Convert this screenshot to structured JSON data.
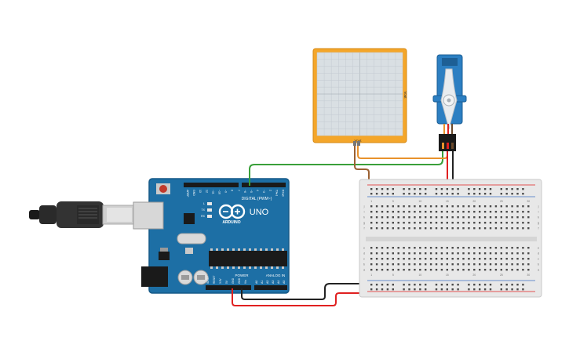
{
  "arduino": {
    "model": "UNO",
    "brand": "ARDUINO",
    "header_digital": "DIGITAL (PWM~)",
    "header_power": "POWER",
    "header_analog": "ANALOG IN",
    "pins_digital": [
      "AREF",
      "GND",
      "13",
      "12",
      "~11",
      "~10",
      "~9",
      "8",
      "7",
      "~6",
      "~5",
      "4",
      "~3",
      "2",
      "TX▸1",
      "RX◂0"
    ],
    "pins_power": [
      "IOREF",
      "RESET",
      "3.3V",
      "5V",
      "GND",
      "GND",
      "Vin"
    ],
    "pins_analog": [
      "A0",
      "A1",
      "A2",
      "A3",
      "A4",
      "A5"
    ],
    "leds": [
      "L",
      "TX",
      "RX"
    ]
  },
  "sensor": {
    "bottom_label": "Vout",
    "side_label": "Vout"
  },
  "breadboard": {
    "column_numbers": [
      "1",
      "5",
      "10",
      "15",
      "20",
      "25",
      "30"
    ],
    "row_letters_top": [
      "j",
      "i",
      "h",
      "g",
      "f"
    ],
    "row_letters_bottom": [
      "e",
      "d",
      "c",
      "b",
      "a"
    ]
  },
  "colors": {
    "board": "#1d6fa5",
    "board_edge": "#165a88",
    "sensor_frame": "#f4a62a",
    "sensor_face": "#d9dfe3",
    "servo": "#2c7fc2",
    "wire_green": "#3aa03a",
    "wire_orange": "#e8922c",
    "wire_brown": "#9b6132",
    "wire_red": "#e02020",
    "wire_black": "#222222"
  }
}
